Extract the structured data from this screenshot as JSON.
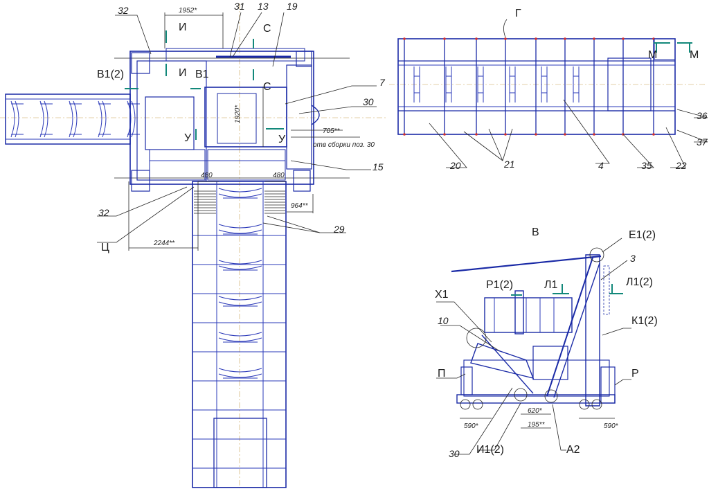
{
  "labels": {
    "n32a": "32",
    "n31": "31",
    "n13": "13",
    "n19": "19",
    "n7": "7",
    "n30a": "30",
    "n15": "15",
    "n29": "29",
    "n32b": "32",
    "n20": "20",
    "n21": "21",
    "n4": "4",
    "n35": "35",
    "n22": "22",
    "n36": "36",
    "n37": "37",
    "n3": "3",
    "n10": "10",
    "n30b": "30",
    "secI_1": "И",
    "secI_2": "И",
    "secS_1": "С",
    "secS_2": "С",
    "secB1_l": "В1(2)",
    "secB1_r": "В1",
    "secU_1": "У",
    "secU_2": "У",
    "viewG": "Г",
    "secM_1": "М",
    "secM_2": "М",
    "viewTs": "Ц",
    "viewV": "В",
    "E1": "Е1(2)",
    "R1": "Р1(2)",
    "L1a": "Л1",
    "L1b": "Л1(2)",
    "X1": "Х1",
    "K1": "К1(2)",
    "P": "П",
    "R": "Р",
    "I1": "И1(2)",
    "A2": "А2"
  },
  "dims": {
    "d1952": "1952*",
    "d1920": "1920*",
    "d705": "705**",
    "note": "отв сборки поз. 30",
    "d480a": "480",
    "d480b": "480",
    "d964": "964**",
    "d2244": "2244**",
    "d590a": "590*",
    "d590b": "590*",
    "d620": "620*",
    "d195": "195**"
  }
}
